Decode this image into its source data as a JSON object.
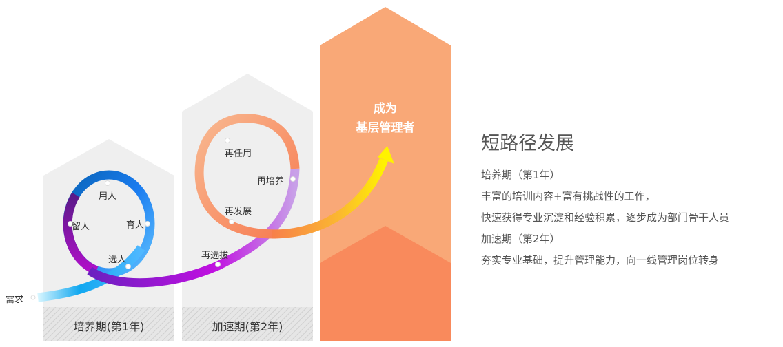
{
  "colors": {
    "column_bg": "#EFEFEF",
    "goal_light": "#F9A877",
    "goal_dark": "#F98A5C"
  },
  "loop1": {
    "nodes": [
      "用人",
      "留人",
      "育人",
      "选人"
    ]
  },
  "loop2": {
    "nodes": [
      "再任用",
      "再培养",
      "再发展",
      "再选拔"
    ]
  },
  "start_label": "需求",
  "stages": [
    "培养期(第1年)",
    "加速期(第2年)"
  ],
  "goal": {
    "line1": "成为",
    "line2": "基层管理者"
  },
  "side": {
    "title": "短路径发展",
    "lines": [
      "培养期（第1年）",
      "丰富的培训内容+富有挑战性的工作，",
      "快速获得专业沉淀和经验积累，逐步成为部门骨干人员",
      "加速期（第2年）",
      "夯实专业基础，提升管理能力，向一线管理岗位转身"
    ]
  }
}
